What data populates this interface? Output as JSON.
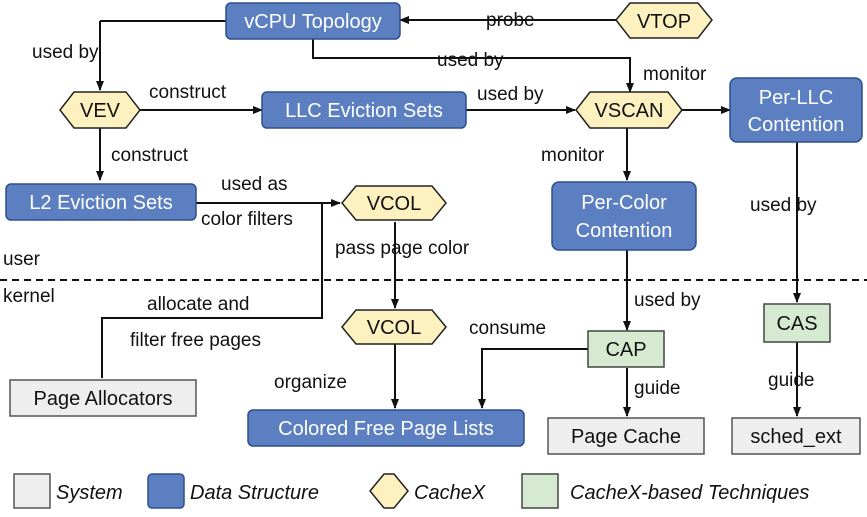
{
  "colors": {
    "system_fill": "#eeeeee",
    "system_stroke": "#555555",
    "data_structure_fill": "#5b7fc0",
    "data_structure_stroke": "#2e4f8e",
    "cachex_fill": "#fdf1c0",
    "cachex_stroke": "#222222",
    "technique_fill": "#d6ead2",
    "technique_stroke": "#444444",
    "line": "#111111"
  },
  "nodes": {
    "vcpu_topology": "vCPU Topology",
    "vtop": "VTOP",
    "vev": "VEV",
    "llc_eviction_sets": "LLC Eviction Sets",
    "vscan": "VSCAN",
    "per_llc_contention": [
      "Per-LLC",
      "Contention"
    ],
    "l2_eviction_sets": "L2 Eviction Sets",
    "vcol_user": "VCOL",
    "per_color_contention": [
      "Per-Color",
      "Contention"
    ],
    "page_allocators": "Page Allocators",
    "vcol_kernel": "VCOL",
    "cap": "CAP",
    "cas": "CAS",
    "colored_free_page_lists": "Colored Free Page Lists",
    "page_cache": "Page Cache",
    "sched_ext": "sched_ext"
  },
  "edge_labels": {
    "probe": "probe",
    "used_by_1": "used by",
    "used_by_2": "used by",
    "monitor_1": "monitor",
    "construct_1": "construct",
    "used_by_3": "used by",
    "construct_2": "construct",
    "monitor_2": "monitor",
    "used_as": "used as",
    "color_filters": "color filters",
    "pass_page_color": "pass page color",
    "used_by_4": "used by",
    "allocate_and": "allocate and",
    "filter_free_pages": "filter free pages",
    "consume": "consume",
    "used_by_5": "used by",
    "organize": "organize",
    "guide_1": "guide",
    "guide_2": "guide"
  },
  "regions": {
    "user": "user",
    "kernel": "kernel"
  },
  "legend": {
    "system": "System",
    "data_structure": "Data Structure",
    "cachex": "CacheX",
    "techniques": "CacheX-based Techniques"
  }
}
